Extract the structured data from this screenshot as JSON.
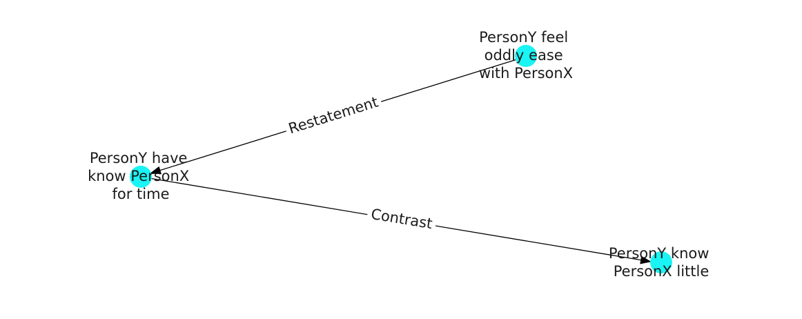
{
  "graph": {
    "node_color": "#1af4f4",
    "edge_color": "#000000",
    "nodes": [
      {
        "id": "n1",
        "label_lines": [
          "PersonY feel",
          "oddly ease",
          "with PersonX"
        ]
      },
      {
        "id": "n2",
        "label_lines": [
          "PersonY have",
          "know PersonX",
          "for time"
        ]
      },
      {
        "id": "n3",
        "label_lines": [
          "PersonY know",
          "PersonX little"
        ]
      }
    ],
    "edges": [
      {
        "from": "n1",
        "to": "n2",
        "label": "Restatement"
      },
      {
        "from": "n2",
        "to": "n3",
        "label": "Contrast"
      }
    ]
  }
}
